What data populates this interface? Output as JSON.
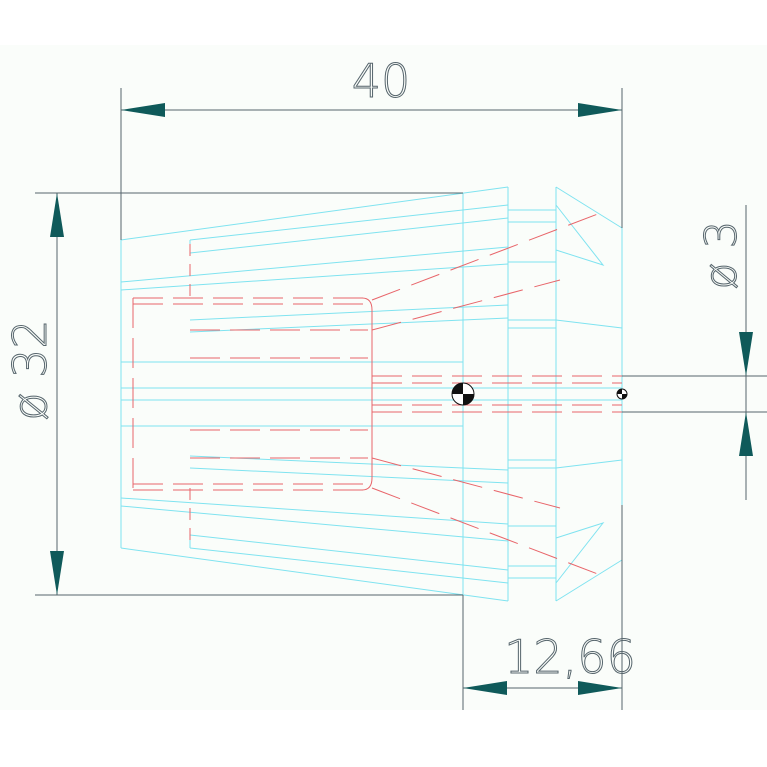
{
  "drawing": {
    "background": "#fafdfa",
    "colors": {
      "outline": "#7fe3f0",
      "hidden": "#e8656a",
      "dimension": "#56656c",
      "arrow": "#0f5a5a"
    }
  },
  "dimensions": {
    "length": "40",
    "outer_diameter": "ø 32",
    "bore_diameter": "ø 3",
    "nose_length": "12,66"
  }
}
